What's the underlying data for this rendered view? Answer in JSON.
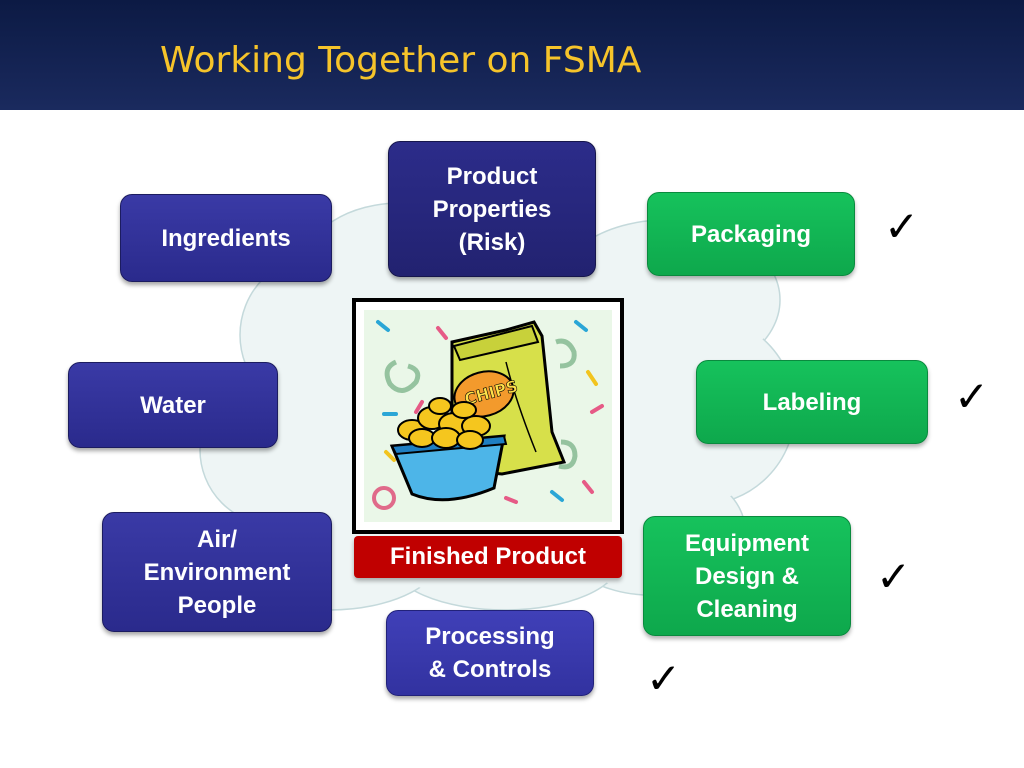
{
  "slide": {
    "title": "Working Together on FSMA"
  },
  "center": {
    "label": "Finished Product",
    "clipart_text": "CHIPS"
  },
  "nodes": {
    "ingredients": "Ingredients",
    "product_properties": "Product\nProperties\n(Risk)",
    "packaging": "Packaging",
    "water": "Water",
    "labeling": "Labeling",
    "air_environment": "Air/\nEnvironment\nPeople",
    "equipment": "Equipment\nDesign &\nCleaning",
    "processing": "Processing\n& Controls"
  },
  "checkmark": "✓",
  "colors": {
    "header_bg": "#14224f",
    "title_text": "#f6c42a",
    "navy_box": "#2e2e94",
    "green_box": "#12b454",
    "finished_label_bg": "#c00000",
    "cloud_fill": "#eef5f5"
  }
}
